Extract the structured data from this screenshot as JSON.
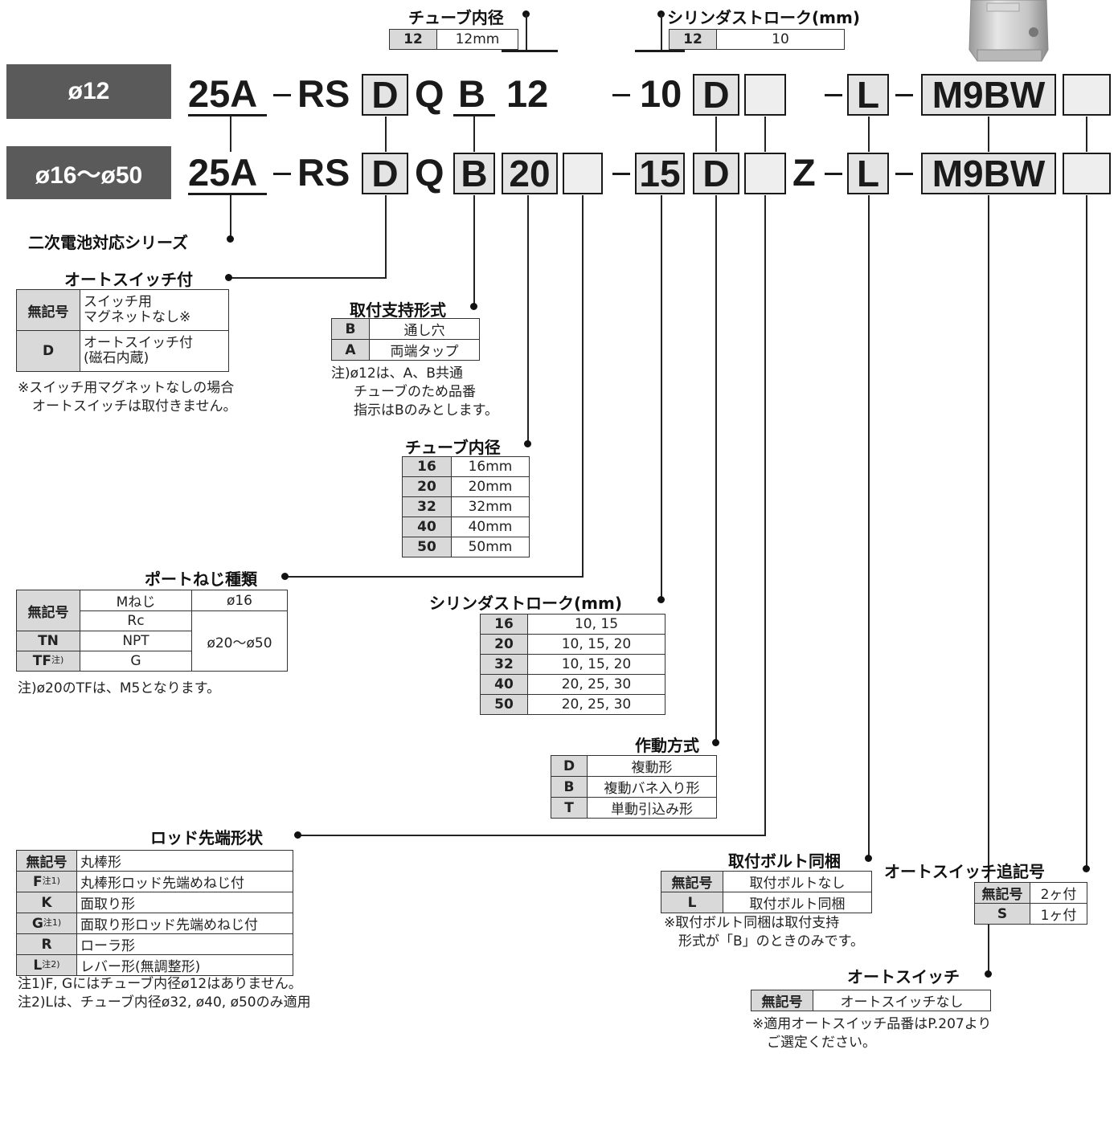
{
  "top": {
    "tube_bore": {
      "title": "チューブ内径",
      "key": "12",
      "value": "12mm"
    },
    "stroke": {
      "title": "シリンダストローク(mm)",
      "key": "12",
      "value": "10"
    }
  },
  "row1": {
    "label": "ø12",
    "series": "25A",
    "rs": "RS",
    "d": "D",
    "q": "Q",
    "b": "B",
    "bore": "12",
    "stroke": "10",
    "action": "D",
    "l": "L",
    "sw": "M9BW"
  },
  "row2": {
    "label": "ø16〜ø50",
    "series": "25A",
    "rs": "RS",
    "d": "D",
    "q": "Q",
    "b": "B",
    "bore": "20",
    "stroke": "15",
    "action": "D",
    "z": "Z",
    "l": "L",
    "sw": "M9BW"
  },
  "series_title": "二次電池対応シリーズ",
  "auto_switch": {
    "title": "オートスイッチ付",
    "rows": [
      {
        "key": "無記号",
        "value_1": "スイッチ用",
        "value_2": "マグネットなし※"
      },
      {
        "key": "D",
        "value_1": "オートスイッチ付",
        "value_2": "(磁石内蔵)"
      }
    ],
    "note_1": "※スイッチ用マグネットなしの場合",
    "note_2": "オートスイッチは取付きません。"
  },
  "mounting": {
    "title": "取付支持形式",
    "rows": [
      {
        "key": "B",
        "value": "通し穴"
      },
      {
        "key": "A",
        "value": "両端タップ"
      }
    ],
    "note_1": "注)ø12は、A、B共通",
    "note_2": "チューブのため品番",
    "note_3": "指示はBのみとします。"
  },
  "tube_bore": {
    "title": "チューブ内径",
    "rows": [
      {
        "key": "16",
        "value": "16mm"
      },
      {
        "key": "20",
        "value": "20mm"
      },
      {
        "key": "32",
        "value": "32mm"
      },
      {
        "key": "40",
        "value": "40mm"
      },
      {
        "key": "50",
        "value": "50mm"
      }
    ]
  },
  "port_thread": {
    "title": "ポートねじ種類",
    "blank_key": "無記号",
    "rows": [
      {
        "key": "",
        "thread": "Mねじ",
        "size": "ø16"
      },
      {
        "key": "",
        "thread": "Rc",
        "size": "ø20〜ø50"
      },
      {
        "key": "TN",
        "thread": "NPT",
        "size": ""
      },
      {
        "key": "TF",
        "sup": "注)",
        "thread": "G",
        "size": ""
      }
    ],
    "note": "注)ø20のTFは、M5となります。"
  },
  "stroke": {
    "title": "シリンダストローク(mm)",
    "rows": [
      {
        "key": "16",
        "value": "10, 15"
      },
      {
        "key": "20",
        "value": "10, 15, 20"
      },
      {
        "key": "32",
        "value": "10, 15, 20"
      },
      {
        "key": "40",
        "value": "20, 25, 30"
      },
      {
        "key": "50",
        "value": "20, 25, 30"
      }
    ]
  },
  "action": {
    "title": "作動方式",
    "rows": [
      {
        "key": "D",
        "value": "複動形"
      },
      {
        "key": "B",
        "value": "複動バネ入り形"
      },
      {
        "key": "T",
        "value": "単動引込み形"
      }
    ]
  },
  "rod_end": {
    "title": "ロッド先端形状",
    "rows": [
      {
        "key": "無記号",
        "sup": "",
        "value": "丸棒形"
      },
      {
        "key": "F",
        "sup": "注1)",
        "value": "丸棒形ロッド先端めねじ付"
      },
      {
        "key": "K",
        "sup": "",
        "value": "面取り形"
      },
      {
        "key": "G",
        "sup": "注1)",
        "value": "面取り形ロッド先端めねじ付"
      },
      {
        "key": "R",
        "sup": "",
        "value": "ローラ形"
      },
      {
        "key": "L",
        "sup": "注2)",
        "value": "レバー形(無調整形)"
      }
    ],
    "note_1": "注1)F, Gにはチューブ内径ø12はありません。",
    "note_2": "注2)Lは、チューブ内径ø32, ø40, ø50のみ適用"
  },
  "bolt": {
    "title": "取付ボルト同梱",
    "rows": [
      {
        "key": "無記号",
        "value": "取付ボルトなし"
      },
      {
        "key": "L",
        "value": "取付ボルト同梱"
      }
    ],
    "note_1": "※取付ボルト同梱は取付支持",
    "note_2": "形式が「B」のときのみです。"
  },
  "switch": {
    "title": "オートスイッチ",
    "rows": [
      {
        "key": "無記号",
        "value": "オートスイッチなし"
      }
    ],
    "note_1": "※適用オートスイッチ品番はP.207より",
    "note_2": "ご選定ください。"
  },
  "switch_qty": {
    "title": "オートスイッチ追記号",
    "rows": [
      {
        "key": "無記号",
        "value": "2ヶ付"
      },
      {
        "key": "S",
        "value": "1ヶ付"
      }
    ]
  }
}
